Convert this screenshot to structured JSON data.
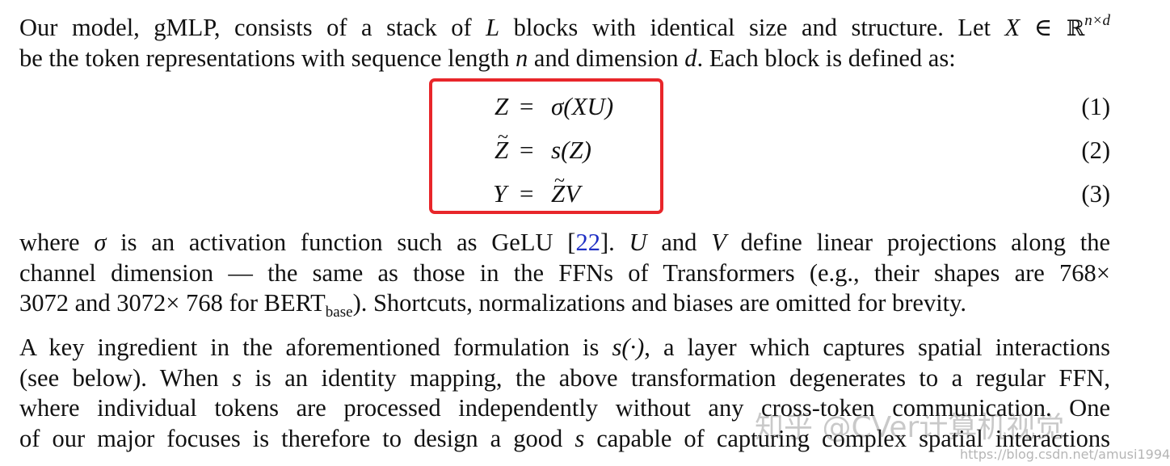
{
  "paragraph1": {
    "line1": {
      "t1": "Our model, gMLP, consists of a stack of",
      "m1": "L",
      "t2": "blocks with identical size and structure. Let",
      "m2": "X",
      "elem": "∈",
      "reals": "ℝ",
      "sup": "n×d"
    },
    "line2": {
      "t1": "be the token representations with sequence length",
      "m1": "n",
      "t2": "and dimension",
      "m2": "d",
      "t3": ". Each block is defined as:"
    }
  },
  "equations": [
    {
      "lhs": "Z",
      "rhs": "σ(XU)",
      "number": "(1)"
    },
    {
      "lhs": "Z",
      "rhs": "s(Z)",
      "number": "(2)"
    },
    {
      "lhs": "Y",
      "rhs_pre": "",
      "rhs_tilde": "Z",
      "rhs_post": "V",
      "number": "(3)"
    }
  ],
  "equals": "=",
  "paragraph2": {
    "line1": {
      "t1": "where",
      "m1": "σ",
      "t2": "is an activation function such as GeLU [",
      "cite": "22",
      "t3": "].",
      "m2": "U",
      "t4": "and",
      "m3": "V",
      "t5": "define linear projections along the"
    },
    "line2": "channel dimension — the same as those in the FFNs of Transformers (e.g., their shapes are 768×",
    "line3": {
      "t1": "3072 and 3072× 768 for BERT",
      "sub": "base",
      "t2": "). Shortcuts, normalizations and biases are omitted for brevity."
    }
  },
  "paragraph3": {
    "line1": {
      "t1": "A key ingredient in the aforementioned formulation is",
      "m1": "s(·)",
      "t2": ", a layer which captures spatial interactions"
    },
    "line2": {
      "t1": "(see below). When",
      "m1": "s",
      "t2": "is an identity mapping, the above transformation degenerates to a regular FFN,"
    },
    "line3": "where individual tokens are processed independently without any cross-token communication. One",
    "line4": {
      "t1": "of our major focuses is therefore to design a good",
      "m1": "s",
      "t2": "capable of capturing complex spatial interactions"
    }
  },
  "watermark": {
    "zh": "知乎 @CVer计算机视觉",
    "url": "https://blog.csdn.net/amusi1994"
  },
  "colors": {
    "highlight_box": "#e8262a",
    "citation": "#1f2fc4"
  }
}
